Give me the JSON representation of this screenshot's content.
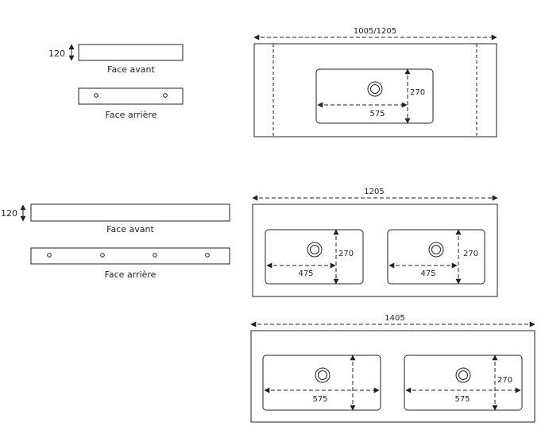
{
  "section1": {
    "height_label": "120",
    "front_label": "Face avant",
    "back_label": "Face arrière",
    "width_label": "1005/1205",
    "basin_width_label": "575",
    "basin_depth_label": "270"
  },
  "section2": {
    "height_label": "120",
    "front_label": "Face avant",
    "back_label": "Face arrière",
    "width_label": "1205",
    "basin_width_label": "475",
    "basin_depth_label": "270"
  },
  "section3": {
    "width_label": "1405",
    "basin_width_label": "575",
    "basin_depth_label": "270"
  },
  "colors": {
    "line": "#222222",
    "background": "#ffffff"
  }
}
